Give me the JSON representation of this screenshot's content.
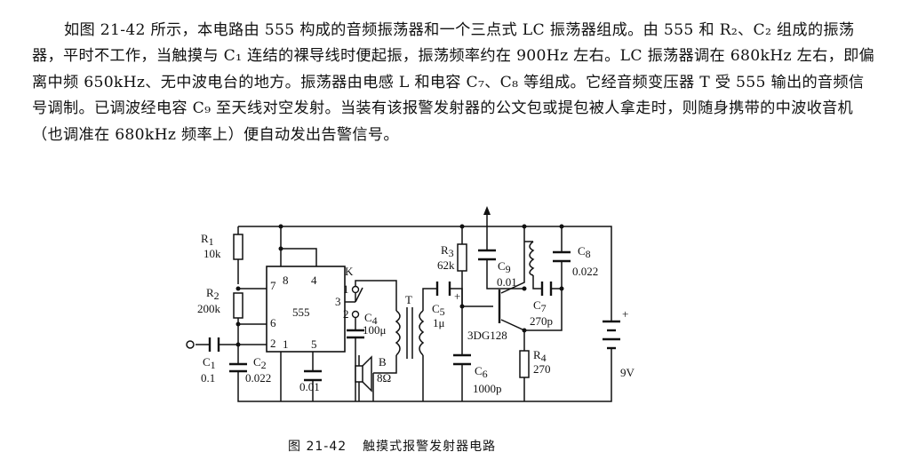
{
  "paragraph": "如图 21-42 所示，本电路由 555 构成的音频振荡器和一个三点式 LC 振荡器组成。由 555 和 R₂、C₂ 组成的振荡器，平时不工作，当触摸与 C₁ 连结的裸导线时便起振，振荡频率约在 900Hz 左右。LC 振荡器调在 680kHz 左右，即偏离中频 650kHz、无中波电台的地方。振荡器由电感 L 和电容 C₇、C₈ 等组成。它经音频变压器 T 受 555 输出的音频信号调制。已调波经电容 C₉ 至天线对空发射。当装有该报警发射器的公文包或提包被人拿走时，则随身携带的中波收音机（也调准在 680kHz 频率上）便自动发出告警信号。",
  "figure": {
    "number": "图 21-42",
    "title": "触摸式报警发射器电路"
  },
  "schematic": {
    "ic": "555",
    "pins": {
      "p7": "7",
      "p8": "8",
      "p4": "4",
      "p3": "3",
      "p6": "6",
      "p2": "2",
      "p1": "1",
      "p5": "5"
    },
    "labels": {
      "r1": "R",
      "r1_sub": "1",
      "r1_val": "10k",
      "r2": "R",
      "r2_sub": "2",
      "r2_val": "200k",
      "c1": "C",
      "c1_sub": "1",
      "c1_val": "0.1",
      "c2": "C",
      "c2_sub": "2",
      "c2_val": "0.022",
      "c_pin5_val": "0.01",
      "k": "K",
      "k1": "1",
      "k2": "2",
      "c4": "C",
      "c4_sub": "4",
      "c4_val": "100μ",
      "b": "B",
      "b_val": "8Ω",
      "t": "T",
      "c5": "C",
      "c5_sub": "5",
      "c5_val": "1μ",
      "r3": "R",
      "r3_sub": "3",
      "r3_val": "62k",
      "c9": "C",
      "c9_sub": "9",
      "c9_val": "0.01",
      "transistor": "3DG128",
      "c6": "C",
      "c6_sub": "6",
      "c6_val": "1000p",
      "r4": "R",
      "r4_sub": "4",
      "r4_val": "270",
      "c7": "C",
      "c7_sub": "7",
      "c7_val": "270p",
      "c8": "C",
      "c8_sub": "8",
      "c8_val": "0.022",
      "plus": "+",
      "batt_val": "9V"
    }
  }
}
